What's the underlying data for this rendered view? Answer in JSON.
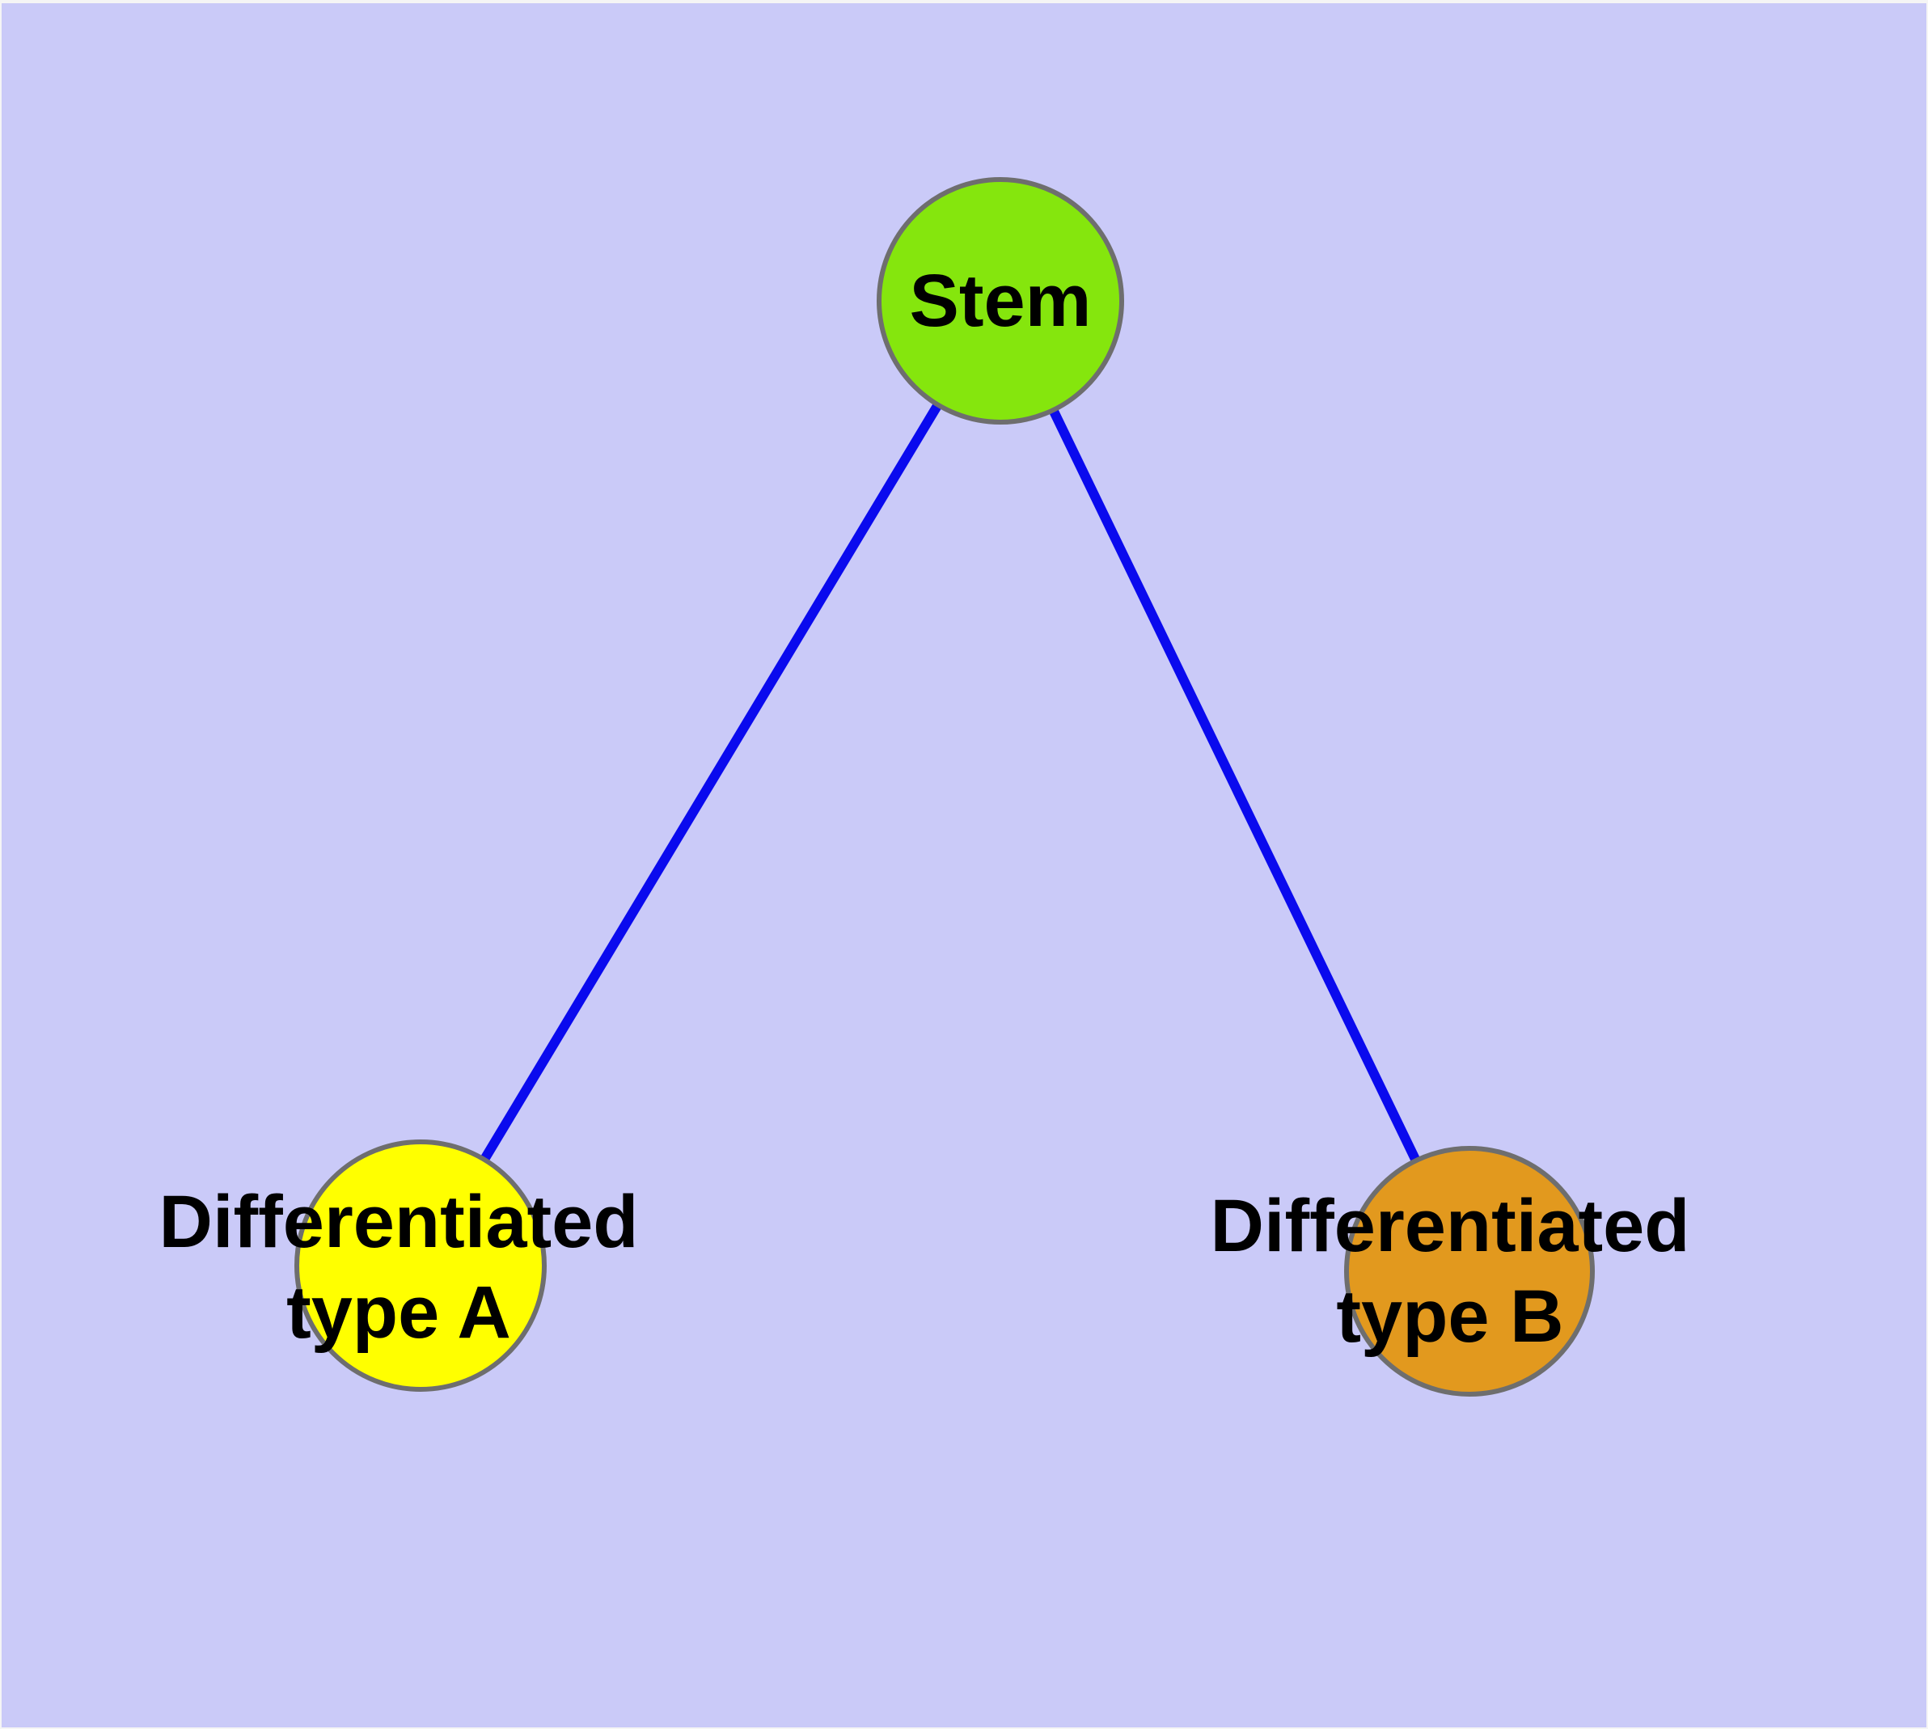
{
  "diagram": {
    "background_color": "#CACAF8",
    "margin_color": "#F5F5F5",
    "edge_color": "#0A0AEE",
    "edge_width": "12",
    "node_border_color": "#6E6E6E",
    "node_border_width": "6",
    "label_color": "#000000",
    "nodes": [
      {
        "id": "stem",
        "label": "Stem",
        "fill": "#85E60D"
      },
      {
        "id": "differentiated-type-a",
        "label_line1": "Differentiated",
        "label_line2": "type A",
        "fill": "#FFFF00"
      },
      {
        "id": "differentiated-type-b",
        "label_line1": "Differentiated",
        "label_line2": "type B",
        "fill": "#E2991E"
      }
    ],
    "edges": [
      {
        "from": "Stem",
        "to": "Differentiated type A"
      },
      {
        "from": "Stem",
        "to": "Differentiated type B"
      }
    ]
  }
}
